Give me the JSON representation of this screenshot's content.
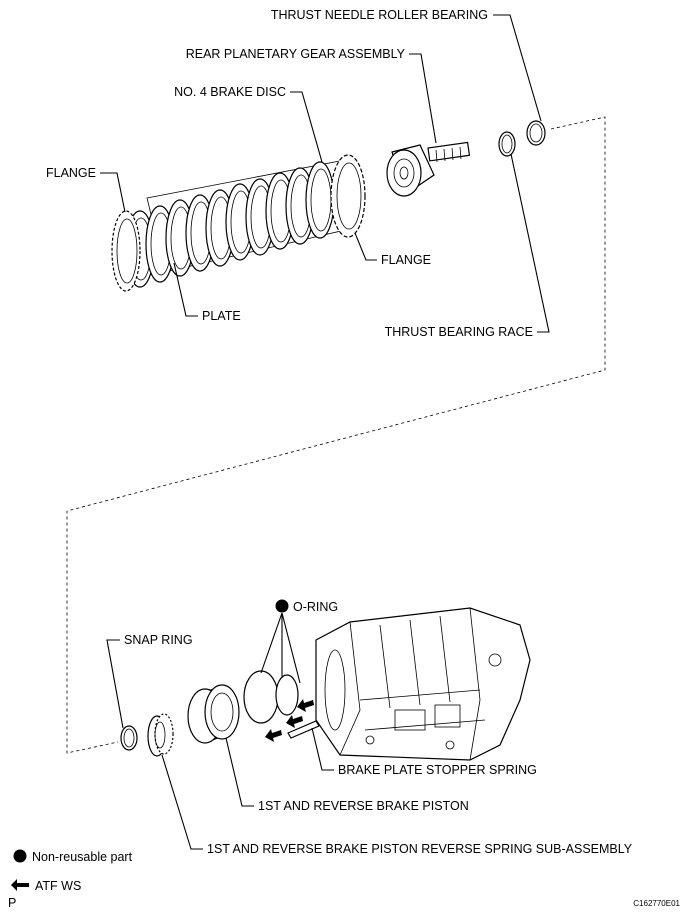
{
  "labels": {
    "thrust_needle_roller_bearing": "THRUST NEEDLE ROLLER BEARING",
    "rear_planetary_gear_assembly": "REAR PLANETARY GEAR ASSEMBLY",
    "no4_brake_disc": "NO. 4 BRAKE DISC",
    "flange_left": "FLANGE",
    "flange_right": "FLANGE",
    "plate": "PLATE",
    "thrust_bearing_race": "THRUST BEARING RACE",
    "o_ring": "O-RING",
    "snap_ring": "SNAP RING",
    "brake_plate_stopper_spring": "BRAKE PLATE STOPPER SPRING",
    "first_reverse_brake_piston": "1ST AND REVERSE BRAKE PISTON",
    "piston_reverse_spring": "1ST AND REVERSE BRAKE PISTON REVERSE SPRING SUB-ASSEMBLY"
  },
  "legend": {
    "non_reusable": "Non-reusable part",
    "atf_ws": "ATF WS"
  },
  "footer": {
    "page_letter": "P",
    "figure_code": "C162770E01"
  }
}
